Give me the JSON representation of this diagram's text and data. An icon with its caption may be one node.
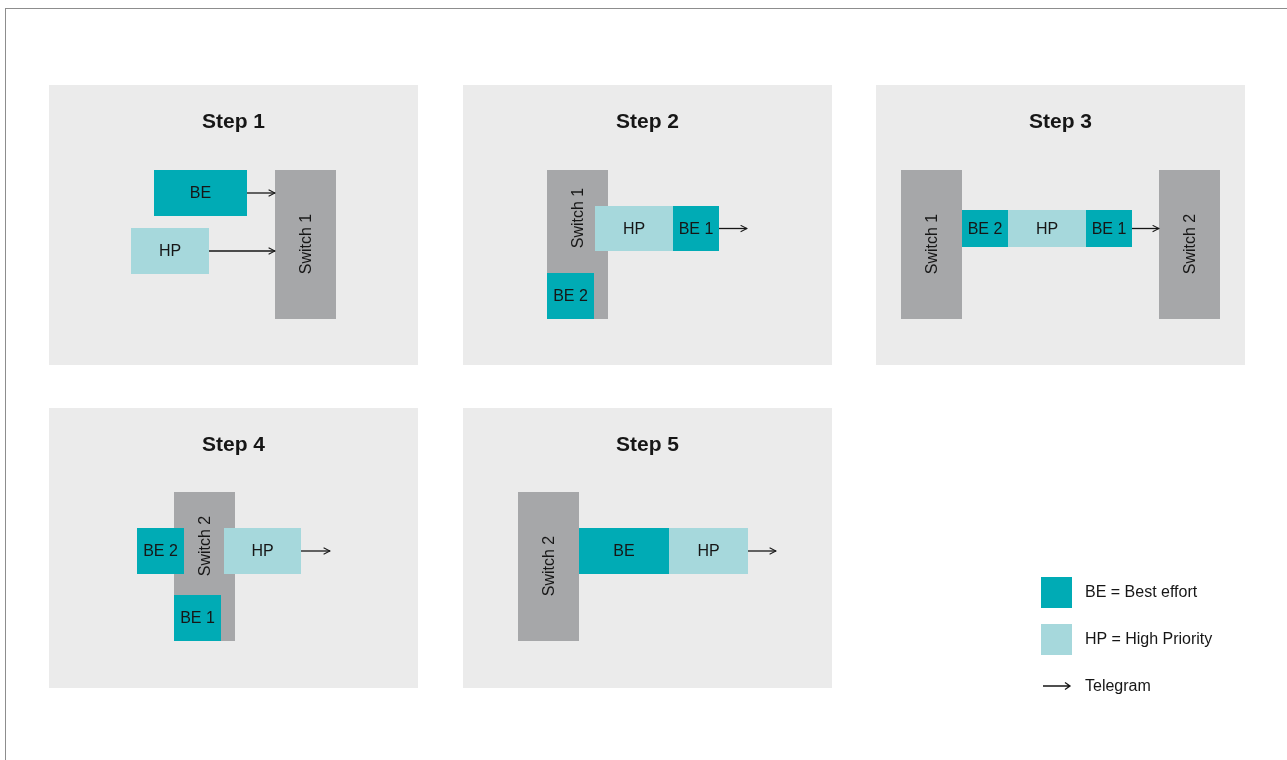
{
  "diagram": {
    "nodes": [
      {
        "text": [
          "Step 1"
        ]
      },
      {
        "text": [
          "BE"
        ],
        "in": 0
      },
      {
        "text": [
          "HP"
        ],
        "in": 0
      },
      {
        "text": [
          "Switch 1"
        ],
        "in": 0
      },
      {
        "text": [
          "Step 2"
        ]
      },
      {
        "text": [
          "Switch 1"
        ],
        "in": 4
      },
      {
        "text": [
          "HP"
        ],
        "in": 4
      },
      {
        "text": [
          "BE 1"
        ],
        "in": 4
      },
      {
        "text": [
          "BE 2"
        ],
        "in": 5
      },
      {
        "text": [
          "Step 3"
        ]
      },
      {
        "text": [
          "Switch 1"
        ],
        "in": 9
      },
      {
        "text": [
          "BE 2"
        ],
        "in": 9
      },
      {
        "text": [
          "HP"
        ],
        "in": 9
      },
      {
        "text": [
          "BE 1"
        ],
        "in": 9
      },
      {
        "text": [
          "Switch 2"
        ],
        "in": 9
      },
      {
        "text": [
          "Step 4"
        ]
      },
      {
        "text": [
          "Switch 2"
        ],
        "in": 15
      },
      {
        "text": [
          "BE 2"
        ],
        "in": 15
      },
      {
        "text": [
          "HP"
        ],
        "in": 15
      },
      {
        "text": [
          "BE 1"
        ],
        "in": 16
      },
      {
        "text": [
          "Step 5"
        ]
      },
      {
        "text": [
          "Switch 2"
        ],
        "in": 20
      },
      {
        "text": [
          "BE"
        ],
        "in": 20
      },
      {
        "text": [
          "HP"
        ],
        "in": 20
      }
    ],
    "edges": [
      {
        "from": 1,
        "to": 3,
        "arrow": "to"
      },
      {
        "from": 2,
        "to": 3,
        "arrow": "to"
      },
      {
        "from": 7,
        "to": null,
        "arrow": "to"
      },
      {
        "from": 13,
        "to": 14,
        "arrow": "to"
      },
      {
        "from": 18,
        "to": null,
        "arrow": "to"
      },
      {
        "from": 23,
        "to": null,
        "arrow": "to"
      }
    ],
    "legend": [
      {
        "text": "BE = Best effort",
        "color": "#00abb5"
      },
      {
        "text": "HP = High Priority",
        "color": "#a6d8dc"
      },
      {
        "text": "Telegram"
      }
    ]
  }
}
